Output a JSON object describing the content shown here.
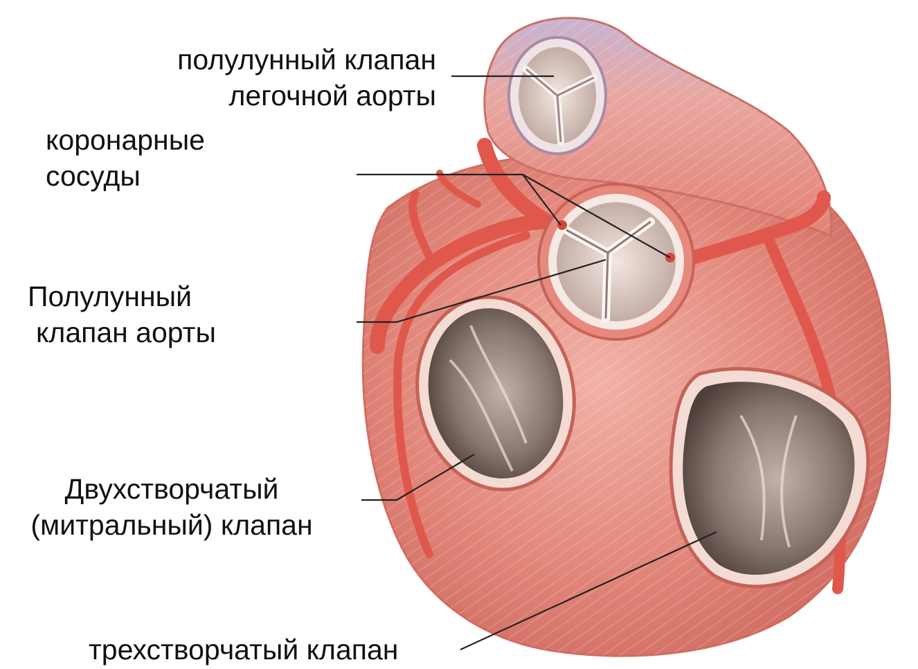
{
  "labels": {
    "pulmonary_valve": [
      "полулунный клапан",
      "легочной аорты"
    ],
    "coronary_vessels": [
      "коронарные",
      "сосуды"
    ],
    "aortic_valve": [
      "Полулунный",
      "клапан аорты"
    ],
    "mitral_valve": [
      "Двухстворчатый",
      "(митральный) клапан"
    ],
    "tricuspid_valve": [
      "трехстворчатый клапан"
    ]
  },
  "colors": {
    "muscle": "#e47f72",
    "muscle_dark": "#c85c52",
    "vessel": "#e0584c",
    "valve_interior": "#7e6c64",
    "pulmonary_tint": "#b9a8c6",
    "leader_line": "#222222"
  }
}
